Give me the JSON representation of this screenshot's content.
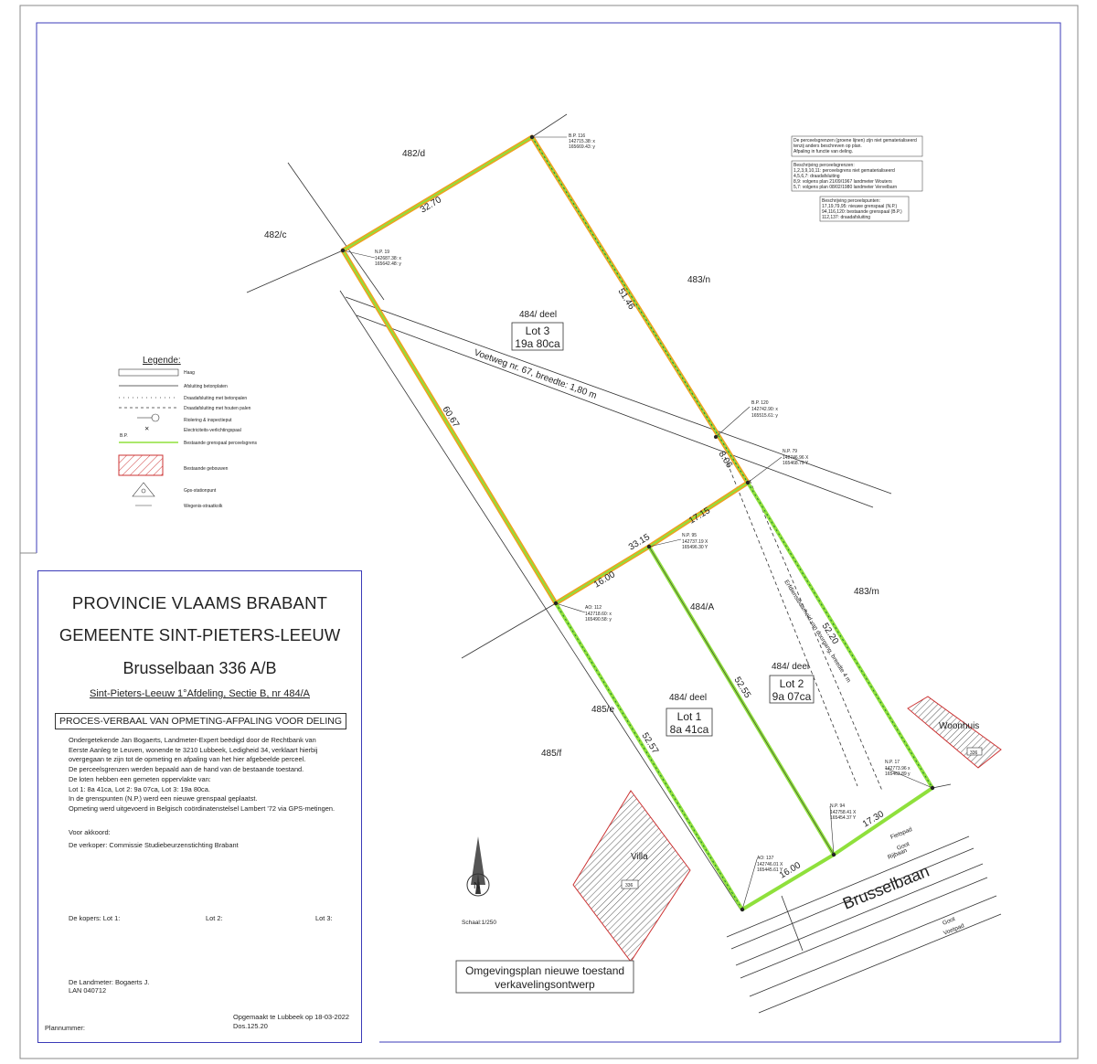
{
  "title_block": {
    "province": "PROVINCIE VLAAMS BRABANT",
    "municipality": "GEMEENTE SINT-PIETERS-LEEUW",
    "address": "Brusselbaan 336 A/B",
    "section": "Sint-Pieters-Leeuw 1°Afdeling, Sectie B, nr 484/A",
    "pv_title": "PROCES-VERBAAL VAN OPMETING-AFPALING VOOR DELING",
    "body_lines": [
      "Ondergetekende Jan Bogaerts,  Landmeter-Expert beëdigd door de Rechtbank van",
      "Eerste Aanleg te Leuven, wonende te 3210 Lubbeek, Ledigheid 34, verklaart hierbij",
      "overgegaan te zijn tot de opmeting en afpaling van het hier afgebeelde perceel.",
      "De perceelsgrenzen werden bepaald aan de hand van de bestaande toestand.",
      "De loten hebben een gemeten oppervlakte van:",
      "Lot 1: 8a 41ca, Lot 2: 9a 07ca, Lot 3: 19a 80ca.",
      "In de grenspunten (N.P.) werd een nieuwe grenspaal geplaatst.",
      "Opmeting werd uitgevoerd in Belgisch coördinatenstelsel Lambert '72 via GPS-metingen."
    ],
    "voor_akkoord": "Voor akkoord:",
    "verkoper": "De verkoper: Commissie Studiebeurzenstichting Brabant",
    "kopers": "De kopers:  Lot 1:",
    "lot2": "Lot 2:",
    "lot3": "Lot 3:",
    "landmeter": "De Landmeter: Bogaerts J.",
    "lan": "LAN 040712",
    "plannummer": "Plannummer:",
    "opgemaakt": "Opgemaakt te Lubbeek op 18-03-2022",
    "dos": "Dos.125.20"
  },
  "legend": {
    "title": "Legende:",
    "items": [
      "Haag",
      "Afsluiting betonplaten",
      "Draadafsluiting met betonpalen",
      "Draadafsluiting met houten palen",
      "Riolering & inspectieput",
      "Electriciteits-verlichtingspaal",
      "Bestaande grenspaal perceelsgrens",
      "Bestaande gebouwen",
      "Gps-stationpunt",
      "Wegenis-straatkolk"
    ],
    "bp": "B.P."
  },
  "notes": {
    "n1": [
      "De perceelsgrenzen (groene lijnen) zijn niet gematerialiseerd",
      "tenzij anders beschreven op plan.",
      "Afpaling in functie van deling."
    ],
    "n2": [
      "Beschrijving perceelsgrenzen:",
      "1,2,3,9,10,11: perceelsgrens niet gematerialiseerd",
      "4,5,6,7: draadafsluiting",
      "8,9: volgens plan 21/09/1967 landmeter Wouters",
      "5,7: volgens plan 08/02/1980 landmeter Vervelbarn"
    ],
    "n3": [
      "Beschrijving perceelspunten:",
      "17,19,79,95: nieuwe grenspaal (N.P.)",
      "94,116,120: bestaande grenspaal (B.P.)",
      "112,137: draadafsluiting"
    ]
  },
  "parcels": {
    "p482d": "482/d",
    "p482c": "482/c",
    "p483n": "483/n",
    "p483m": "483/m",
    "p484deel3": "484/ deel",
    "p484A": "484/A",
    "p484deel2": "484/ deel",
    "p484deel1": "484/ deel",
    "p485e": "485/e",
    "p485f": "485/f"
  },
  "lots": {
    "lot3": [
      "Lot 3",
      "19a 80ca"
    ],
    "lot2": [
      "Lot 2",
      "9a 07ca"
    ],
    "lot1": [
      "Lot 1",
      "8a 41ca"
    ]
  },
  "dimensions": {
    "d3270": "32.70",
    "d5146": "51.46",
    "d6067": "60.67",
    "d806": "8.06",
    "d1715": "17.15",
    "d3315": "33.15",
    "d1600a": "16.00",
    "d5220": "52.20",
    "d5255": "52.55",
    "d5257": "52.57",
    "d1600b": "16.00",
    "d1730": "17.30"
  },
  "points": {
    "bp116": [
      "B.P. 116",
      "142715.38: x",
      "165669.43: y"
    ],
    "np19": [
      "N.P. 19",
      "142687.38: x",
      "165642.48: y"
    ],
    "bp120": [
      "B.P. 120",
      "142742.90: x",
      "165515.61: y"
    ],
    "np79": [
      "N.P. 79",
      "142746.96 X",
      "165468.79 Y"
    ],
    "np95": [
      "N.P. 95",
      "142737.19 X",
      "165496.30 Y"
    ],
    "ao112": [
      "AO: 112",
      "142718.60: x",
      "165490.58: y"
    ],
    "np17": [
      "N.P. 17",
      "142773.96 x",
      "165463.89 y"
    ],
    "np94": [
      "N.P. 94",
      "142758.41 X",
      "165454.37 Y"
    ],
    "ao137": [
      "AO: 137",
      "142746.01 X",
      "165445.61 Y"
    ]
  },
  "labels": {
    "voetweg": "Voetweg nr. 67, breedte: 1,80 m",
    "erfdienstbaarheid": "Erfdienstbaarheid van doorgang, breedte 4 m",
    "woonhuis": "Woonhuis",
    "villa": "Villa",
    "bestaand": "336",
    "bestaand2": "336",
    "brusselbaan": "Brusselbaan",
    "fietspad": "Fietspad",
    "goot": "Goot",
    "rijbaan": "Rijbaan",
    "voetpad": "Voetpad",
    "schaal": "Schaal:1/250",
    "north": "N",
    "omgeving1": "Omgevingsplan nieuwe toestand",
    "omgeving2": "verkavelingsontwerp"
  },
  "colors": {
    "frame": "#3b3bb8",
    "boundary_green": "#8fe03c",
    "boundary_orange": "#f0a020",
    "building_red": "#cc3333"
  }
}
